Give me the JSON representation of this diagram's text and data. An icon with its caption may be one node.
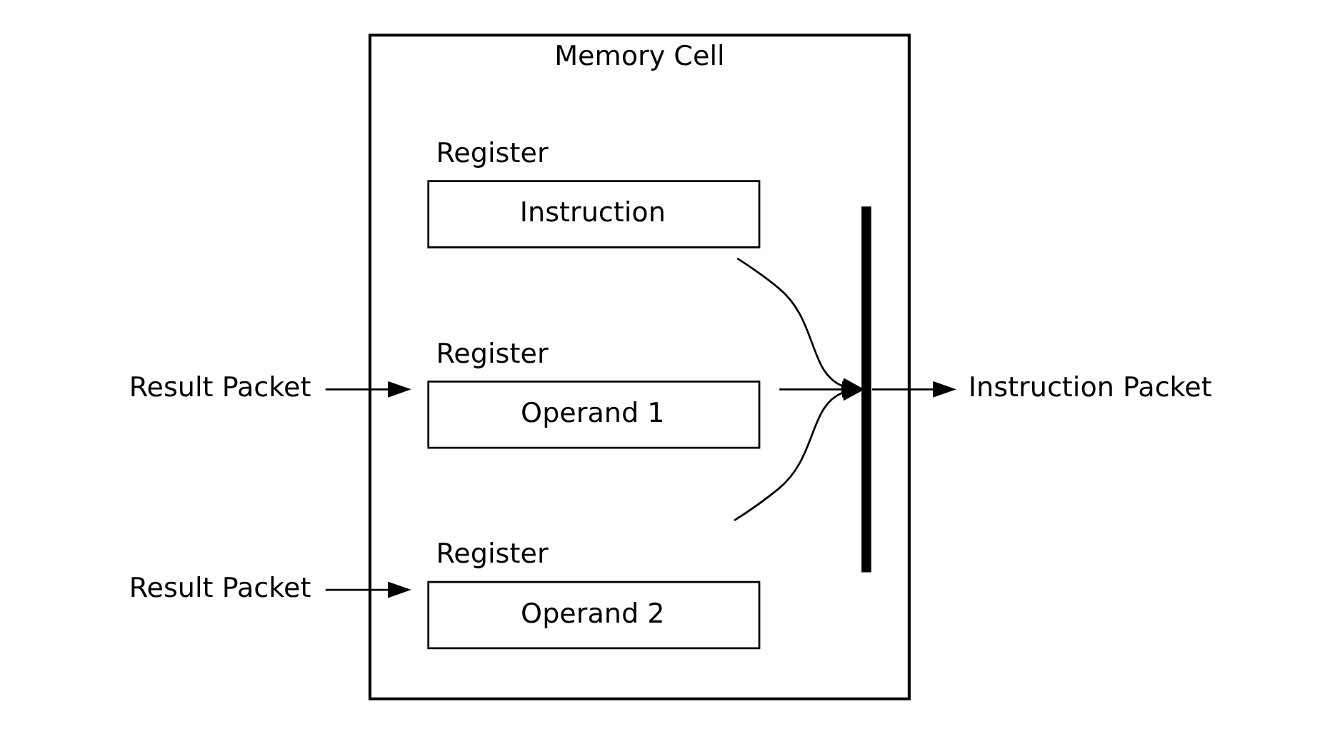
{
  "diagram": {
    "nodes": [
      {
        "text": [
          "Memory Cell"
        ]
      },
      {
        "text": [
          "Register",
          "Instruction"
        ],
        "in": 0
      },
      {
        "text": [
          "Register",
          "Operand 1"
        ],
        "in": 0
      },
      {
        "text": [
          "Register",
          "Operand 2"
        ],
        "in": 0
      },
      {
        "text": [],
        "shape": "brace",
        "in": 0
      },
      {
        "text": [
          "Result Packet"
        ]
      },
      {
        "text": [
          "Result Packet"
        ]
      },
      {
        "text": [
          "Instruction Packet"
        ]
      }
    ],
    "edges": [
      {
        "from": 5,
        "to": 2,
        "arrow": "to"
      },
      {
        "from": 6,
        "to": 3,
        "arrow": "to"
      },
      {
        "from": 1,
        "to": 4,
        "arrow": "to"
      },
      {
        "from": 2,
        "to": 4,
        "arrow": "to"
      },
      {
        "from": 3,
        "to": 4,
        "arrow": "to"
      },
      {
        "from": 4,
        "to": 7,
        "arrow": "to"
      }
    ]
  }
}
